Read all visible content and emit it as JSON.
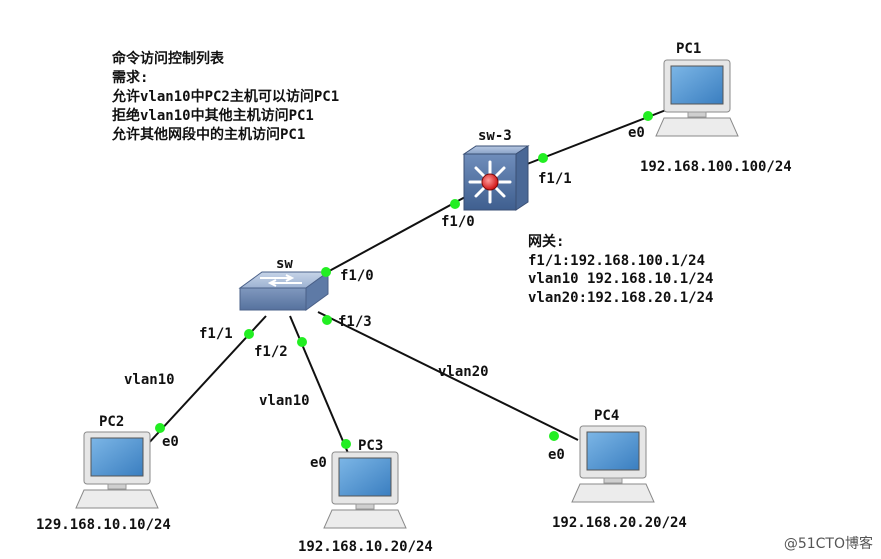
{
  "note": {
    "lines": [
      "命令访问控制列表",
      "需求:",
      "允许vlan10中PC2主机可以访问PC1",
      "拒绝vlan10中其他主机访问PC1",
      "允许其他网段中的主机访问PC1"
    ]
  },
  "gateway": {
    "title": "网关:",
    "lines": [
      "f1/1:192.168.100.1/24",
      "vlan10 192.168.10.1/24",
      "vlan20:192.168.20.1/24"
    ]
  },
  "devices": {
    "sw3": {
      "label": "sw-3"
    },
    "sw": {
      "label": "sw"
    },
    "pc1": {
      "label": "PC1",
      "ip": "192.168.100.100/24"
    },
    "pc2": {
      "label": "PC2",
      "ip": "129.168.10.10/24"
    },
    "pc3": {
      "label": "PC3",
      "ip": "192.168.10.20/24"
    },
    "pc4": {
      "label": "PC4",
      "ip": "192.168.20.20/24"
    }
  },
  "ports": {
    "pc1_e0": "e0",
    "sw3_f1_1": "f1/1",
    "sw3_f1_0": "f1/0",
    "sw_f1_0": "f1/0",
    "sw_f1_1": "f1/1",
    "sw_f1_2": "f1/2",
    "sw_f1_3": "f1/3",
    "pc2_e0": "e0",
    "pc3_e0": "e0",
    "pc4_e0": "e0"
  },
  "vlans": {
    "pc2_link": "vlan10",
    "pc3_link": "vlan10",
    "pc4_link": "vlan20"
  },
  "watermark": "@51CTO博客",
  "colors": {
    "link": "#111111",
    "port_dot": "#22ee22",
    "router_body": "#5b7aa8",
    "switch_body": "#8ea7c9",
    "screen": "#4f93cf"
  }
}
